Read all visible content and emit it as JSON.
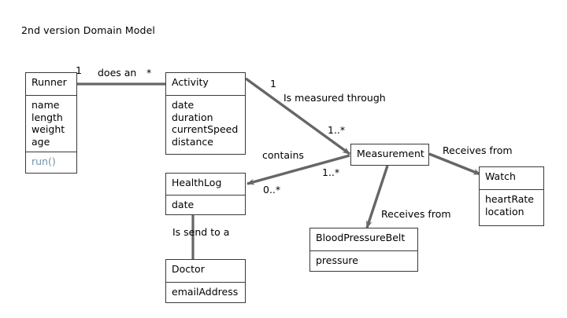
{
  "diagram": {
    "title": "2nd version Domain Model",
    "line_color": "#666666",
    "border_color": "#3a3a3a",
    "operation_color": "#6f93ab",
    "background": "#ffffff"
  },
  "classes": {
    "runner": {
      "name": "Runner",
      "attributes": [
        "name",
        "length",
        "weight",
        "age"
      ],
      "operations": [
        "run()"
      ]
    },
    "activity": {
      "name": "Activity",
      "attributes": [
        "date",
        "duration",
        "currentSpeed",
        "distance"
      ]
    },
    "healthlog": {
      "name": "HealthLog",
      "attributes": [
        "date"
      ]
    },
    "measurement": {
      "name": "Measurement",
      "attributes": []
    },
    "watch": {
      "name": "Watch",
      "attributes": [
        "heartRate",
        "location"
      ]
    },
    "bloodpressurebelt": {
      "name": "BloodPressureBelt",
      "attributes": [
        "pressure"
      ]
    },
    "doctor": {
      "name": "Doctor",
      "attributes": [
        "emailAddress"
      ]
    }
  },
  "associations": {
    "runner_activity": {
      "label": "does an",
      "source_multiplicity": "1",
      "target_multiplicity": "*"
    },
    "activity_measurement": {
      "label": "Is measured through",
      "source_multiplicity": "1",
      "target_multiplicity": "1..*"
    },
    "healthlog_measurement": {
      "label": "contains",
      "source_multiplicity": "0..*",
      "target_multiplicity": "1..*"
    },
    "measurement_watch": {
      "label": "Receives from"
    },
    "measurement_belt": {
      "label": "Receives from"
    },
    "healthlog_doctor": {
      "label": "Is send to a"
    }
  }
}
